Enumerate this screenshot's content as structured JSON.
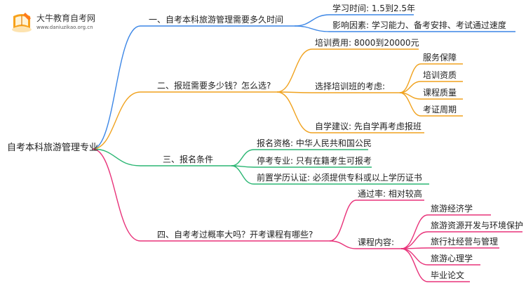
{
  "logo": {
    "name": "大牛教育自考网",
    "url": "www.daniuzikao.org.cn"
  },
  "root": "自考本科旅游管理专业",
  "branches": [
    {
      "label": "一、自考本科旅游管理需要多久时间",
      "color": "#3b86e6",
      "children": [
        {
          "label": "学习时间: 1.5到2.5年"
        },
        {
          "label": "影响因素: 学习能力、备考安排、考试通过速度"
        }
      ]
    },
    {
      "label": "二、报班需要多少钱？怎么选?",
      "color": "#f0a21e",
      "children": [
        {
          "label": "培训费用: 8000到20000元"
        },
        {
          "label": "选择培训班的考虑:",
          "children": [
            "服务保障",
            "培训资质",
            "课程质量",
            "考证周期"
          ]
        },
        {
          "label": "自学建议: 先自学再考虑报班"
        }
      ]
    },
    {
      "label": "三、报名条件",
      "color": "#2bb673",
      "children": [
        {
          "label": "报名资格: 中华人民共和国公民"
        },
        {
          "label": "停考专业: 只有在籍考生可报考"
        },
        {
          "label": "前置学历认证: 必须提供专科或以上学历证书"
        }
      ]
    },
    {
      "label": "四、自考考过概率大吗？开考课程有哪些?",
      "color": "#e8337a",
      "children": [
        {
          "label": "通过率: 相对较高"
        },
        {
          "label": "课程内容:",
          "children": [
            "旅游经济学",
            "旅游资源开发与环境保护",
            "旅行社经营与管理",
            "旅游心理学",
            "毕业论文"
          ]
        }
      ]
    }
  ]
}
